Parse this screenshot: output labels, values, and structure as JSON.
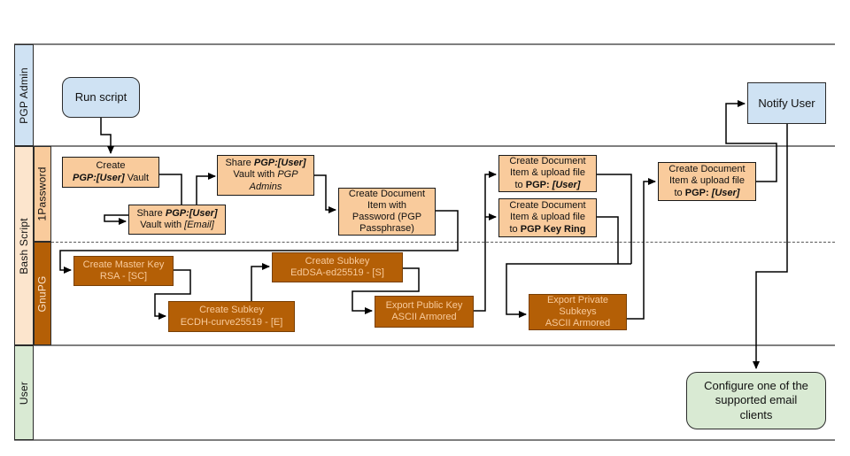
{
  "lanes": {
    "pgp_admin": "PGP Admin",
    "bash_script": "Bash Script",
    "one_password": "1Password",
    "gnupg": "GnuPG",
    "user": "User"
  },
  "boxes": {
    "run_script": {
      "label": "Run script"
    },
    "create_vault": {
      "line1": "Create",
      "line2_bi": "PGP:[User]",
      "line2_rest": " Vault"
    },
    "share_email": {
      "line1_pre": "Share ",
      "line1_bi": "PGP:[User]",
      "line2_pre": "Vault with ",
      "line2_i": "[Email]"
    },
    "share_admins": {
      "line1_pre": "Share ",
      "line1_bi": "PGP:[User]",
      "line2_pre": "Vault with ",
      "line2_i": "PGP",
      "line3_i": "Admins"
    },
    "create_doc_pw": {
      "line1": "Create Document",
      "line2": "Item with",
      "line3": "Password (PGP",
      "line4": "Passphrase)"
    },
    "upload_user1": {
      "line1": "Create Document",
      "line2": "Item & upload file",
      "line3_pre": "to ",
      "line3_b": "PGP: ",
      "line3_bi": "[User]"
    },
    "upload_keyring": {
      "line1": "Create Document",
      "line2": "Item & upload file",
      "line3_pre": "to ",
      "line3_b": "PGP Key Ring"
    },
    "upload_user2": {
      "line1": "Create Document",
      "line2": "Item & upload file",
      "line3_pre": "to ",
      "line3_b": "PGP: ",
      "line3_bi": "[User]"
    },
    "master_key": {
      "line1": "Create Master Key",
      "line2": "RSA - [SC]"
    },
    "subkey_ecdh": {
      "line1": "Create Subkey",
      "line2": "ECDH-curve25519 - [E]"
    },
    "subkey_eddsa": {
      "line1": "Create Subkey",
      "line2": "EdDSA-ed25519 - [S]"
    },
    "export_pub": {
      "line1": "Export Public Key",
      "line2": "ASCII Armored"
    },
    "export_priv": {
      "line1": "Export Private",
      "line2": "Subkeys",
      "line3": "ASCII Armored"
    },
    "notify_user": {
      "label": "Notify User"
    },
    "configure": {
      "line1": "Configure one of the",
      "line2": "supported email",
      "line3": "clients"
    }
  },
  "colors": {
    "lane_blue": "#cfe2f3",
    "lane_peach": "#fce5cd",
    "lane_orange": "#f9cb9c",
    "lane_dark_orange": "#b45f06",
    "lane_green": "#d9ead3",
    "node_dark_border": "#783f04",
    "connector": "#000000",
    "lane_border": "#7f7f7f"
  }
}
